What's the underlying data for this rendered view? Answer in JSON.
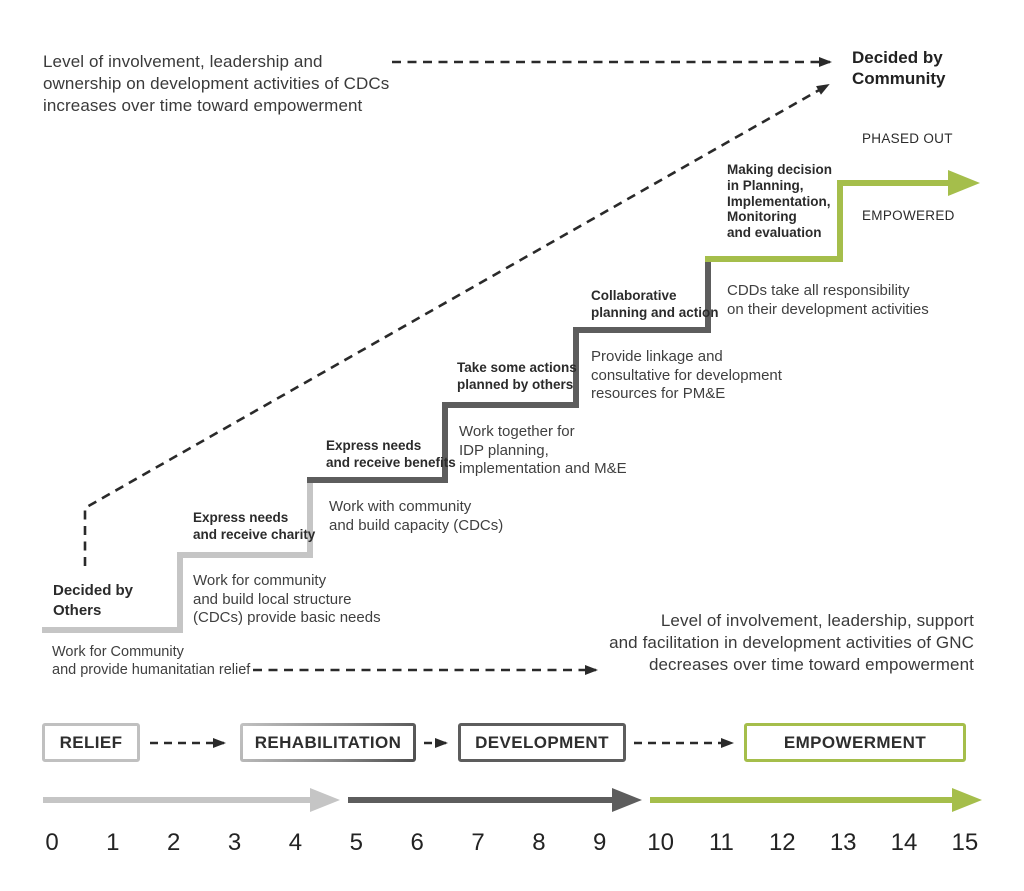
{
  "colors": {
    "relief_gray": "#c5c5c5",
    "development_gray": "#5d5d5d",
    "empowerment_green": "#a5be4b",
    "text_dark": "#2e2e2e"
  },
  "header": {
    "intro": "Level of involvement, leadership and\nownership on development activities of CDCs\nincreases over time toward empowerment",
    "decided_by_community": "Decided by\nCommunity",
    "phased_out": "PHASED OUT",
    "empowered": "EMPOWERED"
  },
  "stairs": {
    "decided_by_others": "Decided by\nOthers",
    "steps": [
      {
        "label": "",
        "description": "Work for Community\nand provide humanitatian relief"
      },
      {
        "label": "Express needs\nand receive charity",
        "description": "Work for community\nand build local structure\n(CDCs) provide basic needs"
      },
      {
        "label": "Express needs\nand receive benefits",
        "description": "Work with community\nand build capacity (CDCs)"
      },
      {
        "label": "Take some actions\nplanned by others",
        "description": "Work together for\nIDP planning,\nimplementation and M&E"
      },
      {
        "label": "Collaborative\nplanning and action",
        "description": "Provide linkage and\nconsultative for development\nresources for PM&E"
      },
      {
        "label": "Making decision\nin Planning,\nImplementation,\nMonitoring\nand evaluation",
        "description": "CDDs take all responsibility\non their development activities"
      }
    ]
  },
  "footer": {
    "outro": "Level of involvement, leadership, support\nand facilitation in development activities of GNC\ndecreases over time toward empowerment"
  },
  "phases": {
    "boxes": [
      {
        "label": "RELIEF"
      },
      {
        "label": "REHABILITATION"
      },
      {
        "label": "DEVELOPMENT"
      },
      {
        "label": "EMPOWERMENT"
      }
    ]
  },
  "timeline": {
    "ticks": [
      "0",
      "1",
      "2",
      "3",
      "4",
      "5",
      "6",
      "7",
      "8",
      "9",
      "10",
      "11",
      "12",
      "13",
      "14",
      "15"
    ]
  }
}
